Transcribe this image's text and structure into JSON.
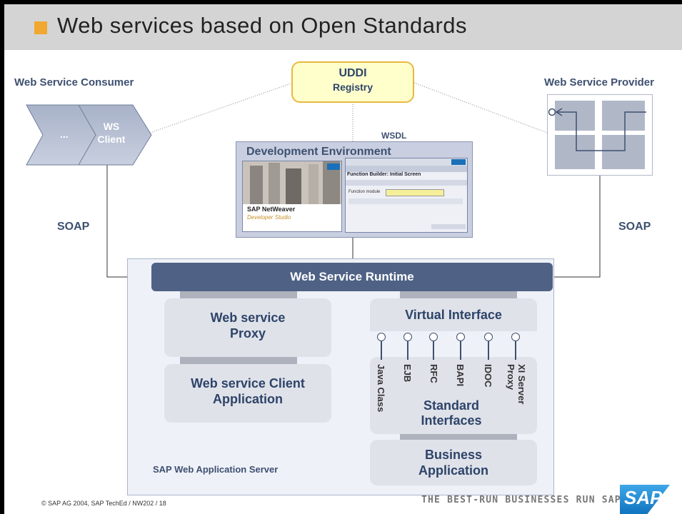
{
  "title": "Web services based on Open Standards",
  "consumer": {
    "header": "Web Service Consumer",
    "chevron1": "...",
    "chevron2_line1": "WS",
    "chevron2_line2": "Client"
  },
  "provider": {
    "header": "Web Service Provider"
  },
  "uddi": {
    "line1": "UDDI",
    "line2": "Registry"
  },
  "wsdl": "WSDL",
  "dev_env": {
    "title": "Development Environment",
    "studio_brand": "SAP NetWeaver",
    "studio_product": "Developer Studio",
    "function_builder_title": "Function Builder: Initial Screen",
    "function_module_label": "Function module"
  },
  "soap_left": "SOAP",
  "soap_right": "SOAP",
  "runtime": "Web Service Runtime",
  "proxy": {
    "line1": "Web service",
    "line2": "Proxy"
  },
  "client_app": {
    "line1": "Web service Client",
    "line2": "Application"
  },
  "virtual_interface": "Virtual Interface",
  "interfaces": [
    "Java Class",
    "EJB",
    "RFC",
    "BAPI",
    "IDOC",
    "XI Server Proxy"
  ],
  "standard_interfaces": {
    "line1": "Standard",
    "line2": "Interfaces"
  },
  "business_app": {
    "line1": "Business",
    "line2": "Application"
  },
  "was_label": "SAP Web Application Server",
  "footer": "©  SAP AG 2004, SAP TechEd / NW202 / 18",
  "slogan": "THE BEST-RUN BUSINESSES RUN SAP",
  "logo": "SAP",
  "colors": {
    "accent": "#f0a830",
    "runtime": "#4f6285",
    "text": "#3e5070",
    "uddi_fill": "#ffffcc",
    "uddi_border": "#e8b840"
  }
}
